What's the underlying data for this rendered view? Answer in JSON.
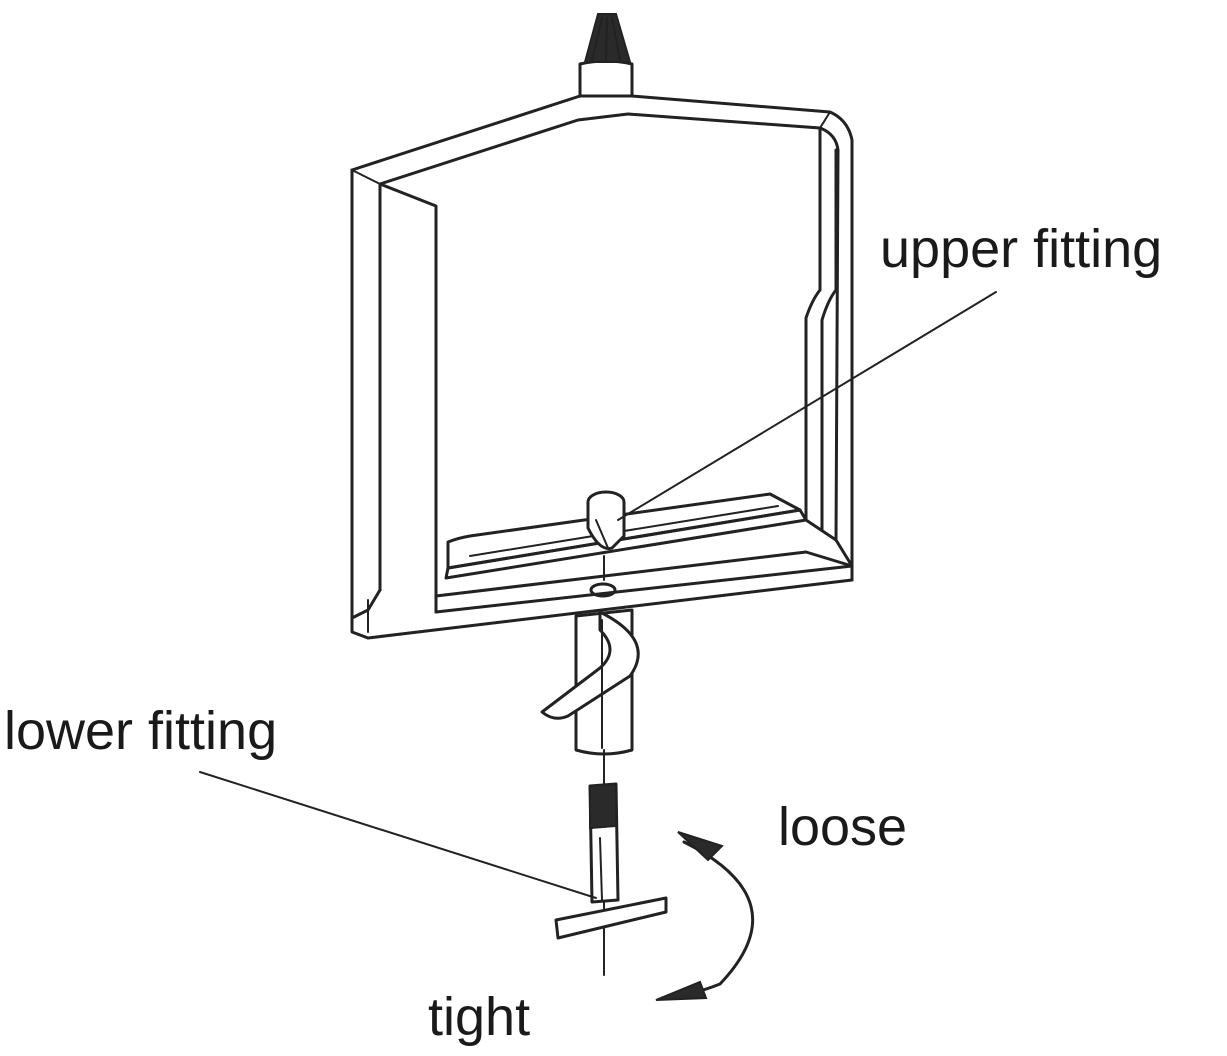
{
  "labels": {
    "upper_fitting": "upper fitting",
    "lower_fitting": "lower fitting",
    "loose": "loose",
    "tight": "tight"
  },
  "colors": {
    "line": "#222222",
    "text": "#1a1a1a",
    "background": "#ffffff"
  }
}
